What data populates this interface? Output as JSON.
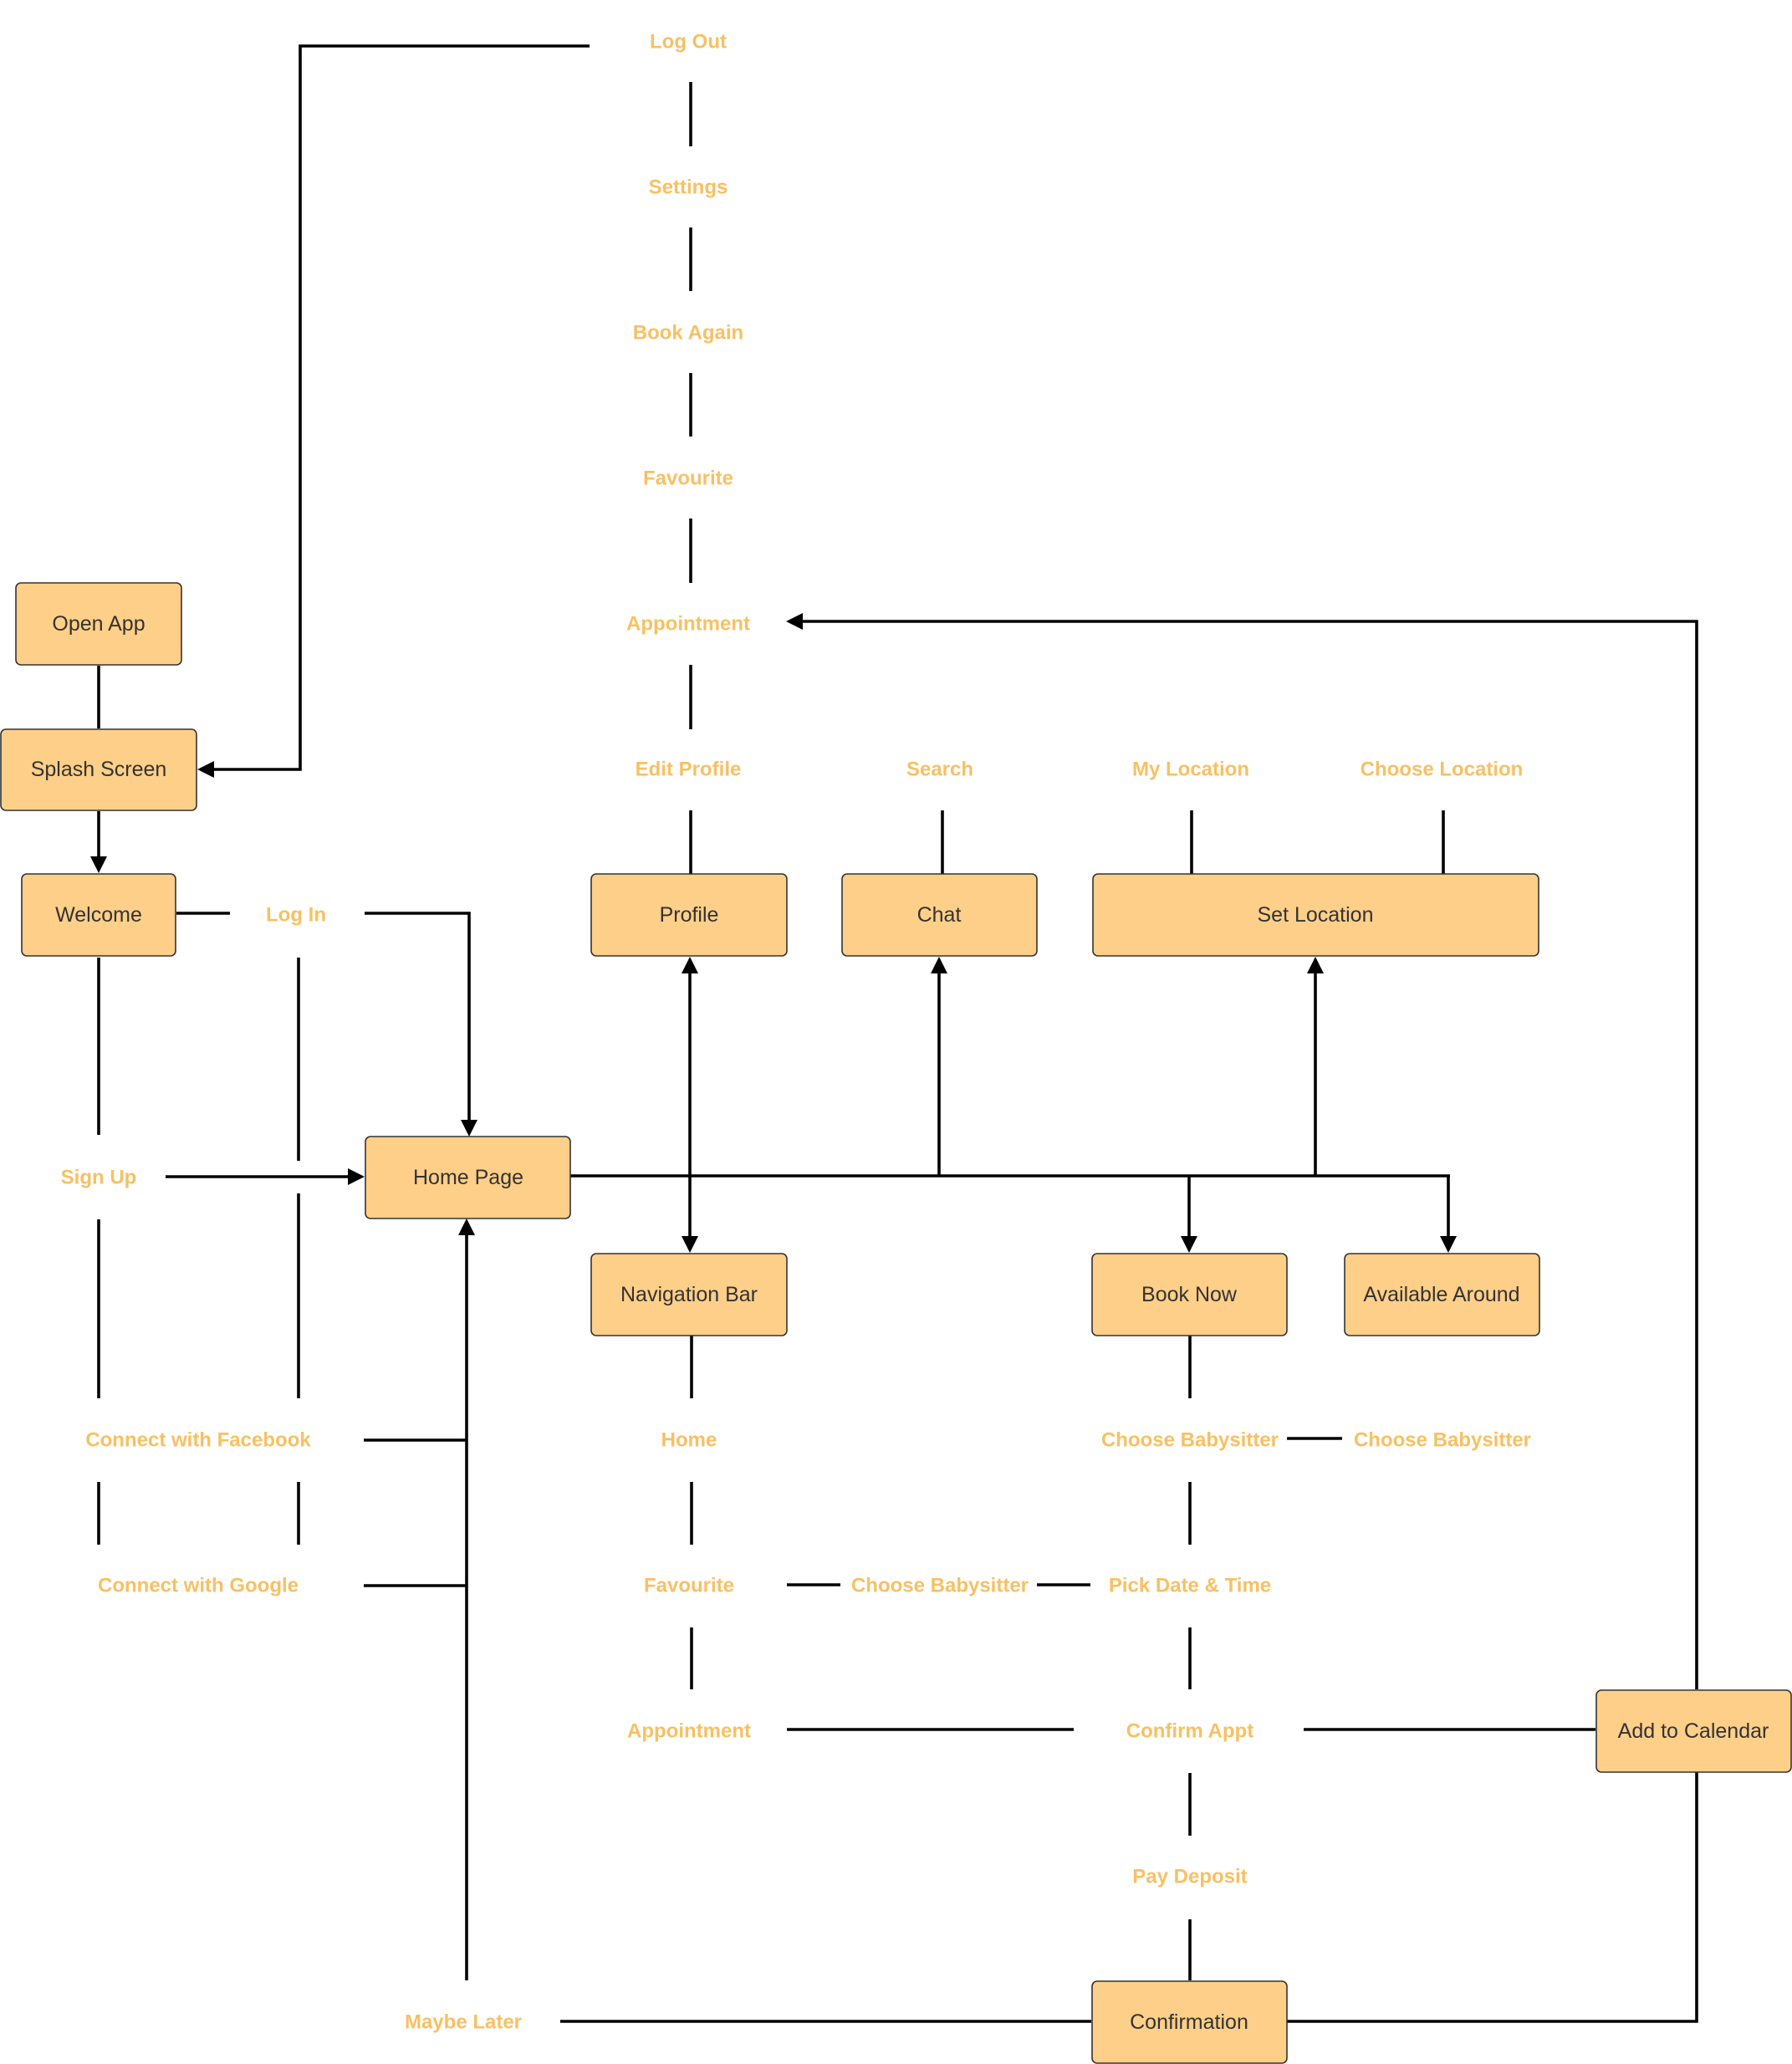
{
  "colors": {
    "box_fill": "#FECF88",
    "box_stroke": "#333333",
    "box_text": "#333333",
    "label_text": "#F8C063",
    "connector": "#000000"
  },
  "boxes": {
    "open_app": "Open App",
    "splash_screen": "Splash Screen",
    "welcome": "Welcome",
    "home_page": "Home Page",
    "profile": "Profile",
    "chat": "Chat",
    "set_location": "Set Location",
    "navigation_bar": "Navigation Bar",
    "book_now": "Book Now",
    "available_around": "Available Around",
    "add_to_calendar": "Add to Calendar",
    "confirmation": "Confirmation"
  },
  "labels": {
    "log_out": "Log Out",
    "settings": "Settings",
    "book_again": "Book Again",
    "favourite_profile": "Favourite",
    "appointment_profile": "Appointment",
    "edit_profile": "Edit Profile",
    "search": "Search",
    "my_location": "My Location",
    "choose_location": "Choose Location",
    "log_in": "Log In",
    "sign_up": "Sign Up",
    "connect_facebook": "Connect with Facebook",
    "connect_google": "Connect with Google",
    "maybe_later": "Maybe Later",
    "home_nav": "Home",
    "favourite_nav": "Favourite",
    "appointment_nav": "Appointment",
    "choose_babysitter_1": "Choose Babysitter",
    "choose_babysitter_2": "Choose Babysitter",
    "choose_babysitter_3": "Choose Babysitter",
    "pick_date_time": "Pick Date & Time",
    "confirm_appt": "Confirm Appt",
    "pay_deposit": "Pay Deposit"
  }
}
